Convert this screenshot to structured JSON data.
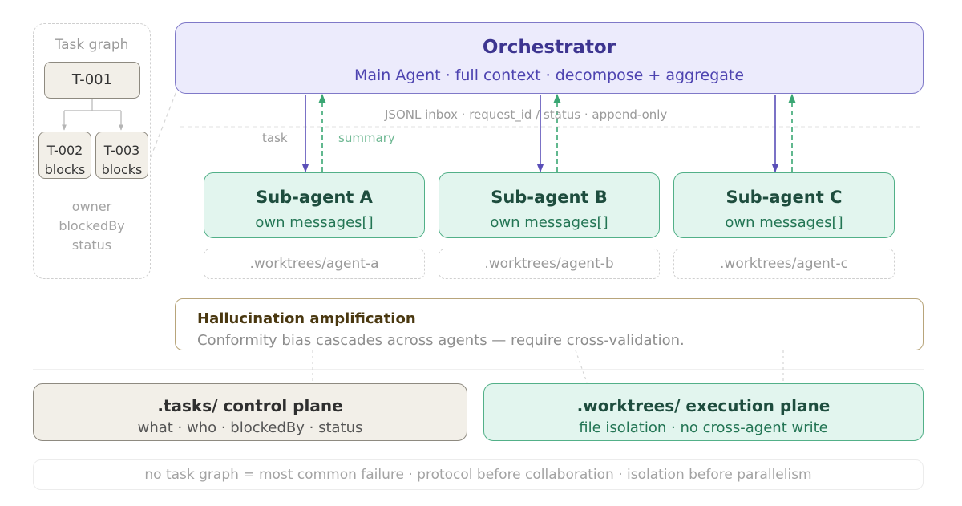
{
  "task_graph": {
    "title": "Task graph",
    "root": {
      "id": "T-001"
    },
    "children": [
      {
        "id": "T-002",
        "note": "blocks"
      },
      {
        "id": "T-003",
        "note": "blocks"
      }
    ],
    "fields": [
      "owner",
      "blockedBy",
      "status"
    ]
  },
  "orchestrator": {
    "title": "Orchestrator",
    "subtitle": "Main Agent · full context · decompose + aggregate"
  },
  "protocol": {
    "inbox_label": "JSONL inbox · request_id / status · append-only",
    "down_label": "task",
    "up_label": "summary"
  },
  "subagents": [
    {
      "title": "Sub-agent A",
      "subtitle": "own messages[]",
      "worktree": ".worktrees/agent-a"
    },
    {
      "title": "Sub-agent B",
      "subtitle": "own messages[]",
      "worktree": ".worktrees/agent-b"
    },
    {
      "title": "Sub-agent C",
      "subtitle": "own messages[]",
      "worktree": ".worktrees/agent-c"
    }
  ],
  "warning": {
    "title": "Hallucination amplification",
    "text": "Conformity bias cascades across agents — require cross-validation."
  },
  "planes": {
    "control": {
      "title": ".tasks/ control plane",
      "subtitle": "what · who · blockedBy · status"
    },
    "execution": {
      "title": ".worktrees/ execution plane",
      "subtitle": "file isolation · no cross-agent write"
    }
  },
  "footer": "no task graph = most common failure · protocol before collaboration · isolation before parallelism",
  "colors": {
    "orchestrator_fill": "#ecebfc",
    "orchestrator_stroke": "#7f79c8",
    "task_arrow": "#5a4fb8",
    "summary_arrow": "#3aa673",
    "subagent_fill": "#e2f5ee",
    "subagent_stroke": "#52b088",
    "control_fill": "#f2efe8",
    "warning_stroke": "#b8a57b"
  }
}
